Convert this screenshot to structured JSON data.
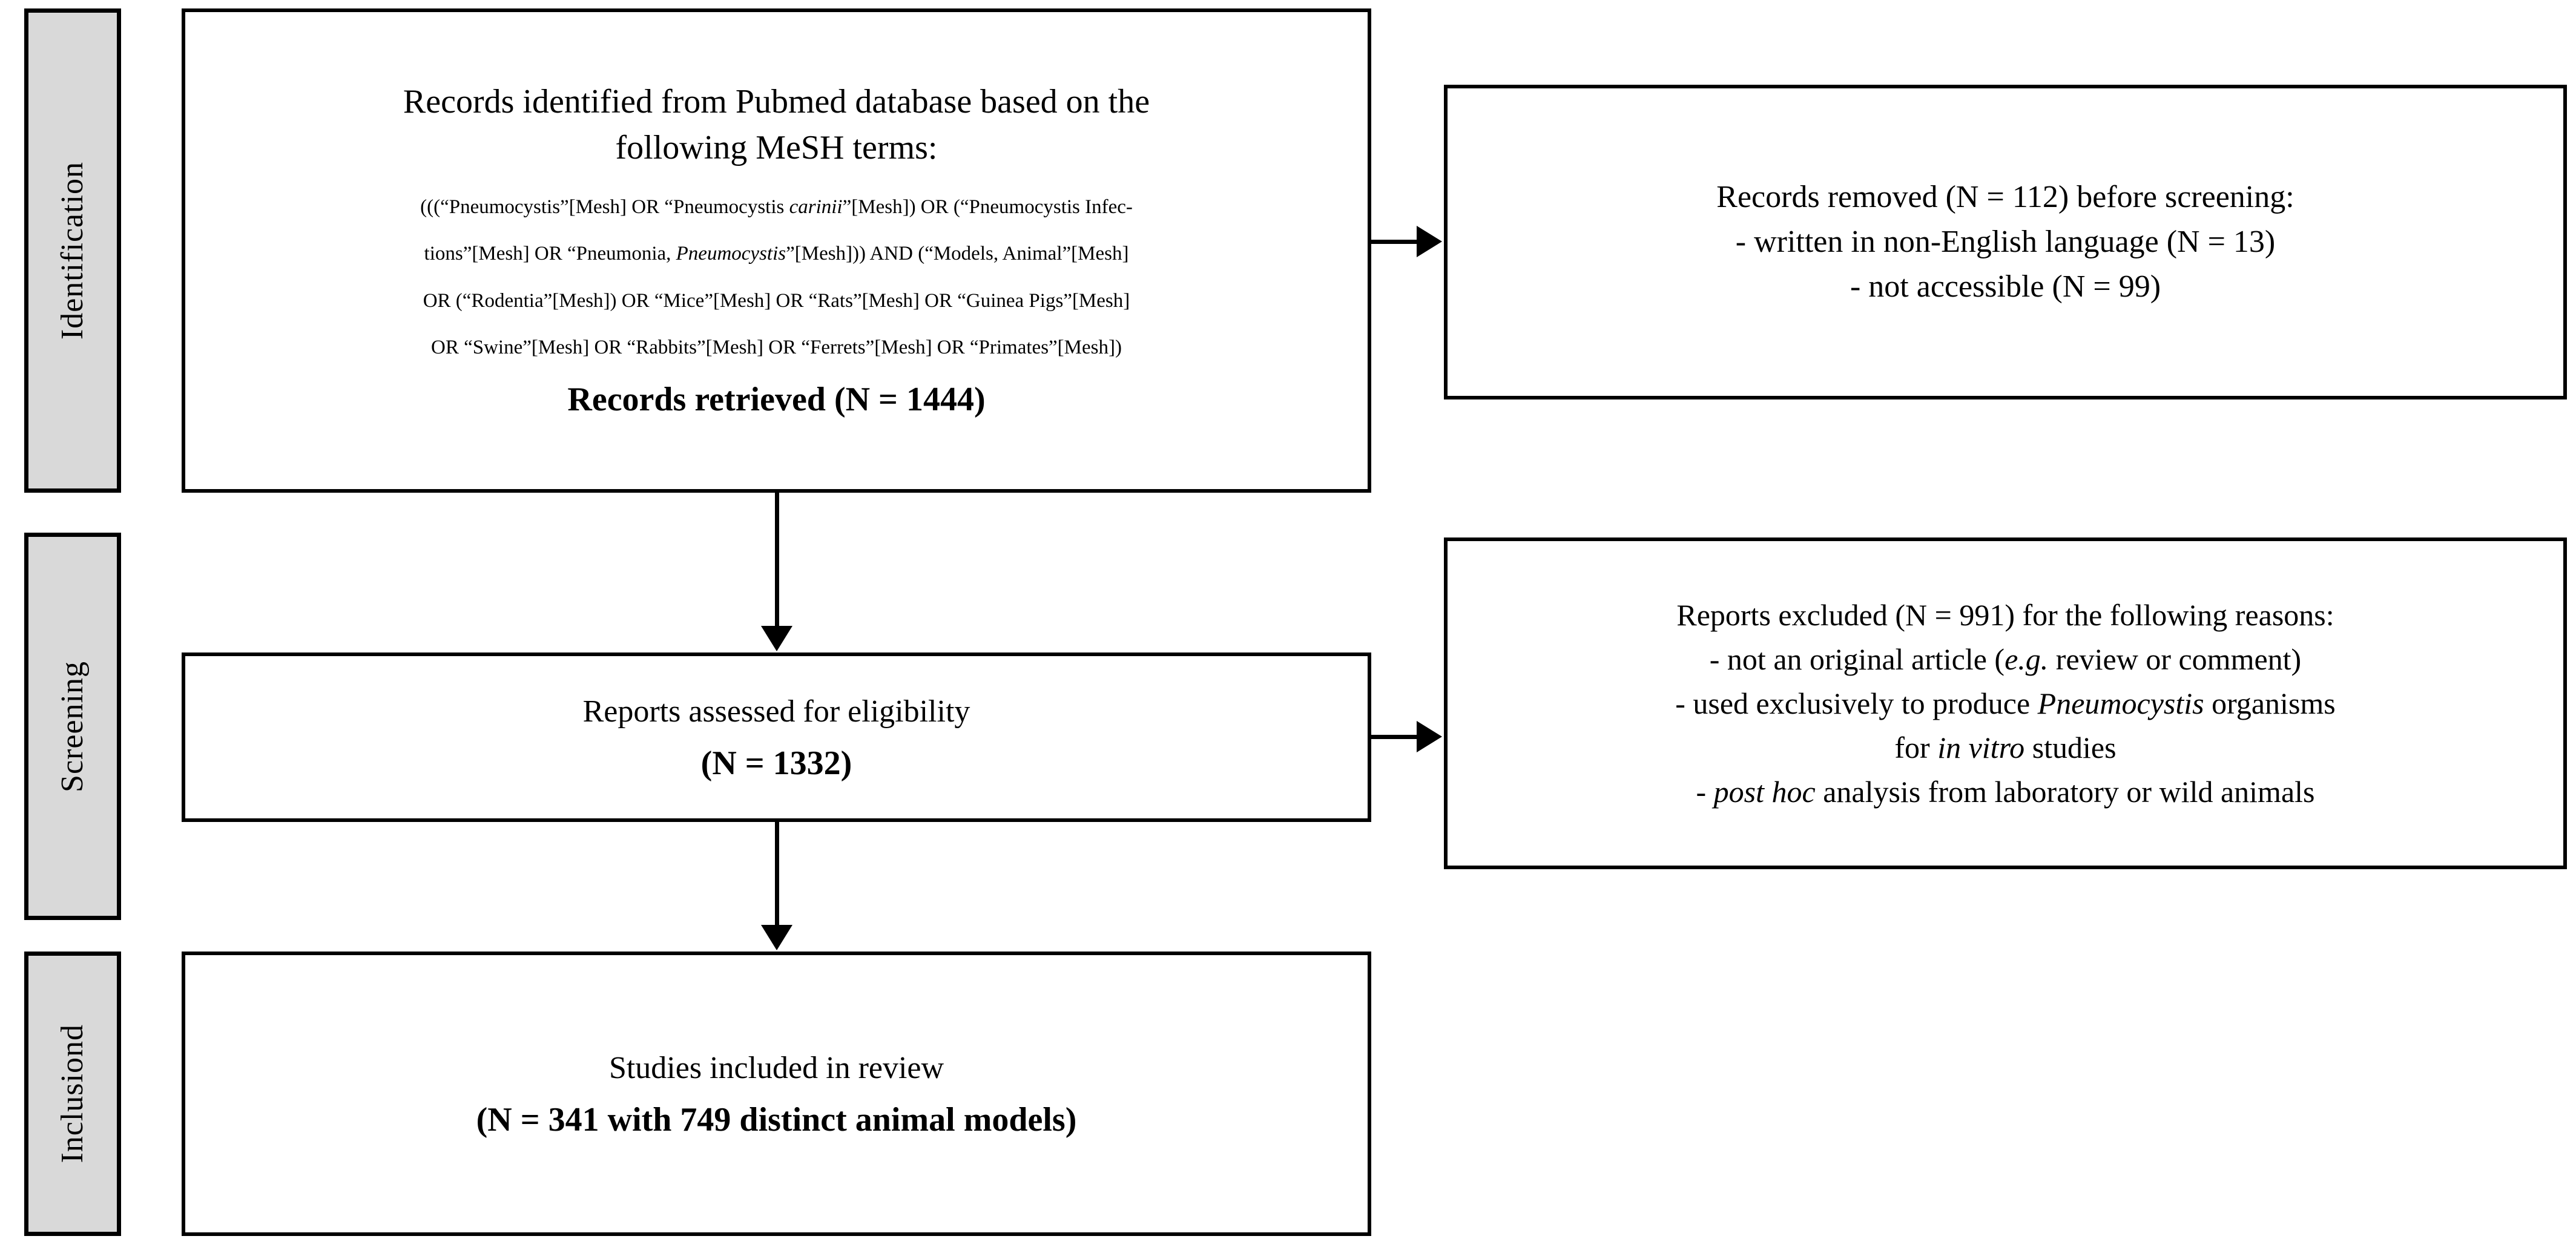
{
  "diagram": {
    "title": "PRISMA flow diagram",
    "colors": {
      "stage_fill": "#d9d9d9",
      "border": "#000000",
      "box_fill": "#ffffff",
      "text": "#000000"
    }
  },
  "stages": [
    {
      "id": "identification",
      "label": "Identification"
    },
    {
      "id": "screening",
      "label": "Screening"
    },
    {
      "id": "inclusion",
      "label": "Inclusiond"
    }
  ],
  "boxes": {
    "identified": {
      "heading_line1": "Records identified from Pubmed database based on the",
      "heading_line2": "following MeSH terms:",
      "mesh_lines": [
        {
          "parts": [
            {
              "text": "(((“Pneumocystis”[Mesh] OR “Pneumocystis ",
              "italic": false
            },
            {
              "text": "carinii",
              "italic": true
            },
            {
              "text": "”[Mesh]) OR (“Pneumocystis Infec-",
              "italic": false
            }
          ],
          "plain": "(((“Pneumocystis”[Mesh] OR “Pneumocystis carinii”[Mesh]) OR (“Pneumocystis Infec-"
        },
        {
          "parts": [
            {
              "text": "tions”[Mesh]   OR “Pneumonia, ",
              "italic": false
            },
            {
              "text": "Pneumocystis",
              "italic": true
            },
            {
              "text": "”[Mesh])) AND (“Models, Animal”[Mesh]",
              "italic": false
            }
          ],
          "plain": "tions”[Mesh]   OR “Pneumonia, Pneumocystis”[Mesh])) AND (“Models, Animal”[Mesh]"
        },
        {
          "parts": [
            {
              "text": "OR (“Rodentia”[Mesh]) OR “Mice”[Mesh] OR “Rats”[Mesh] OR “Guinea Pigs”[Mesh]",
              "italic": false
            }
          ],
          "plain": "OR (“Rodentia”[Mesh]) OR “Mice”[Mesh] OR “Rats”[Mesh] OR “Guinea Pigs”[Mesh]"
        },
        {
          "parts": [
            {
              "text": "OR “Swine”[Mesh] OR “Rabbits”[Mesh] OR “Ferrets”[Mesh] OR “Primates”[Mesh])",
              "italic": false
            }
          ],
          "plain": "OR “Swine”[Mesh] OR “Rabbits”[Mesh] OR “Ferrets”[Mesh] OR “Primates”[Mesh])"
        }
      ],
      "total_line": "Records retrieved (N = 1444)",
      "records_retrieved_n": 1444
    },
    "removed": {
      "line1": "Records removed (N = 112) before screening:",
      "line2": "- written in non-English language (N = 13)",
      "line3": "- not accessible (N = 99)",
      "removed_n": 112,
      "non_english_n": 13,
      "not_accessible_n": 99
    },
    "eligibility": {
      "line1": "Reports assessed for eligibility",
      "line2": "(N = 1332)",
      "assessed_n": 1332
    },
    "excluded": {
      "line1": "Reports excluded (N = 991) for the following reasons:",
      "line2_pre": "- not an original article (",
      "line2_italic": "e.g.",
      "line2_post": " review or comment)",
      "line3_pre": "- used exclusively to produce ",
      "line3_italic": "Pneumocystis",
      "line3_post": " organisms",
      "line4_pre": "for ",
      "line4_italic": "in vitro",
      "line4_post": " studies",
      "line5_pre": "- ",
      "line5_italic": "post hoc",
      "line5_post": " analysis from laboratory or wild animals",
      "excluded_n": 991
    },
    "included": {
      "line1": "Studies included in review",
      "line2": "(N = 341 with 749 distinct animal models)",
      "studies_n": 341,
      "animal_models_n": 749
    }
  },
  "connectors": [
    {
      "id": "identified-to-eligibility",
      "type": "arrow-down"
    },
    {
      "id": "eligibility-to-included",
      "type": "arrow-down"
    },
    {
      "id": "identified-to-removed",
      "type": "arrow-right"
    },
    {
      "id": "eligibility-to-excluded",
      "type": "arrow-right"
    }
  ]
}
